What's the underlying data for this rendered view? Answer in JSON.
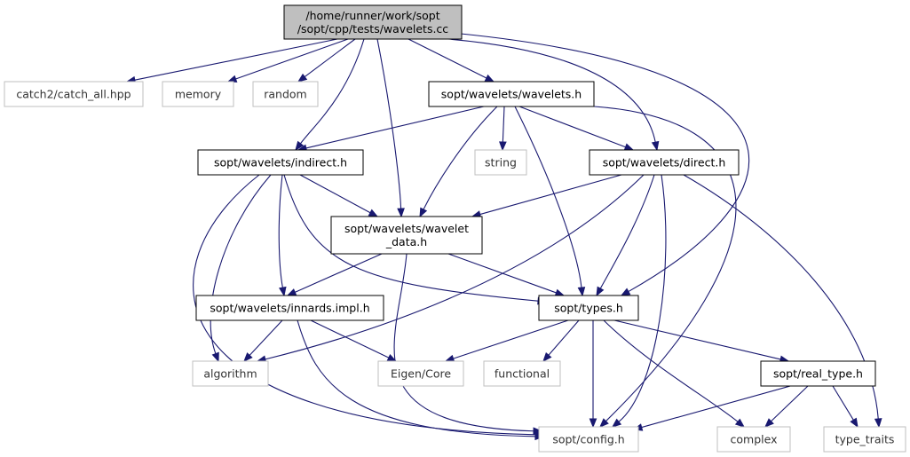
{
  "graph": {
    "nodes": [
      {
        "id": "root",
        "kind": "root",
        "lines": [
          "/home/runner/work/sopt",
          "/sopt/cpp/tests/wavelets.cc"
        ]
      },
      {
        "id": "catch",
        "kind": "system",
        "lines": [
          "catch2/catch_all.hpp"
        ]
      },
      {
        "id": "memory",
        "kind": "system",
        "lines": [
          "memory"
        ]
      },
      {
        "id": "random",
        "kind": "system",
        "lines": [
          "random"
        ]
      },
      {
        "id": "wavelets_h",
        "kind": "local",
        "lines": [
          "sopt/wavelets/wavelets.h"
        ]
      },
      {
        "id": "string",
        "kind": "system",
        "lines": [
          "string"
        ]
      },
      {
        "id": "indirect_h",
        "kind": "local",
        "lines": [
          "sopt/wavelets/indirect.h"
        ]
      },
      {
        "id": "direct_h",
        "kind": "local",
        "lines": [
          "sopt/wavelets/direct.h"
        ]
      },
      {
        "id": "wavelet_data_h",
        "kind": "local",
        "lines": [
          "sopt/wavelets/wavelet",
          "_data.h"
        ]
      },
      {
        "id": "innards_h",
        "kind": "local",
        "lines": [
          "sopt/wavelets/innards.impl.h"
        ]
      },
      {
        "id": "types_h",
        "kind": "local",
        "lines": [
          "sopt/types.h"
        ]
      },
      {
        "id": "algorithm",
        "kind": "system",
        "lines": [
          "algorithm"
        ]
      },
      {
        "id": "eigen_core",
        "kind": "system",
        "lines": [
          "Eigen/Core"
        ]
      },
      {
        "id": "functional",
        "kind": "system",
        "lines": [
          "functional"
        ]
      },
      {
        "id": "real_type_h",
        "kind": "local",
        "lines": [
          "sopt/real_type.h"
        ]
      },
      {
        "id": "config_h",
        "kind": "system",
        "lines": [
          "sopt/config.h"
        ]
      },
      {
        "id": "complex",
        "kind": "system",
        "lines": [
          "complex"
        ]
      },
      {
        "id": "type_traits",
        "kind": "system",
        "lines": [
          "type_traits"
        ]
      }
    ],
    "edges": [
      [
        "root",
        "catch"
      ],
      [
        "root",
        "memory"
      ],
      [
        "root",
        "random"
      ],
      [
        "root",
        "wavelets_h"
      ],
      [
        "root",
        "indirect_h"
      ],
      [
        "root",
        "wavelet_data_h"
      ],
      [
        "root",
        "direct_h"
      ],
      [
        "root",
        "types_h"
      ],
      [
        "wavelets_h",
        "string"
      ],
      [
        "wavelets_h",
        "indirect_h"
      ],
      [
        "wavelets_h",
        "direct_h"
      ],
      [
        "wavelets_h",
        "wavelet_data_h"
      ],
      [
        "wavelets_h",
        "types_h"
      ],
      [
        "wavelets_h",
        "config_h"
      ],
      [
        "indirect_h",
        "wavelet_data_h"
      ],
      [
        "indirect_h",
        "innards_h"
      ],
      [
        "indirect_h",
        "types_h"
      ],
      [
        "indirect_h",
        "algorithm"
      ],
      [
        "indirect_h",
        "config_h"
      ],
      [
        "direct_h",
        "wavelet_data_h"
      ],
      [
        "direct_h",
        "types_h"
      ],
      [
        "direct_h",
        "algorithm"
      ],
      [
        "direct_h",
        "config_h"
      ],
      [
        "direct_h",
        "type_traits"
      ],
      [
        "wavelet_data_h",
        "innards_h"
      ],
      [
        "wavelet_data_h",
        "types_h"
      ],
      [
        "wavelet_data_h",
        "config_h"
      ],
      [
        "innards_h",
        "algorithm"
      ],
      [
        "innards_h",
        "eigen_core"
      ],
      [
        "innards_h",
        "config_h"
      ],
      [
        "types_h",
        "eigen_core"
      ],
      [
        "types_h",
        "functional"
      ],
      [
        "types_h",
        "config_h"
      ],
      [
        "types_h",
        "complex"
      ],
      [
        "types_h",
        "real_type_h"
      ],
      [
        "real_type_h",
        "config_h"
      ],
      [
        "real_type_h",
        "complex"
      ],
      [
        "real_type_h",
        "type_traits"
      ]
    ]
  }
}
